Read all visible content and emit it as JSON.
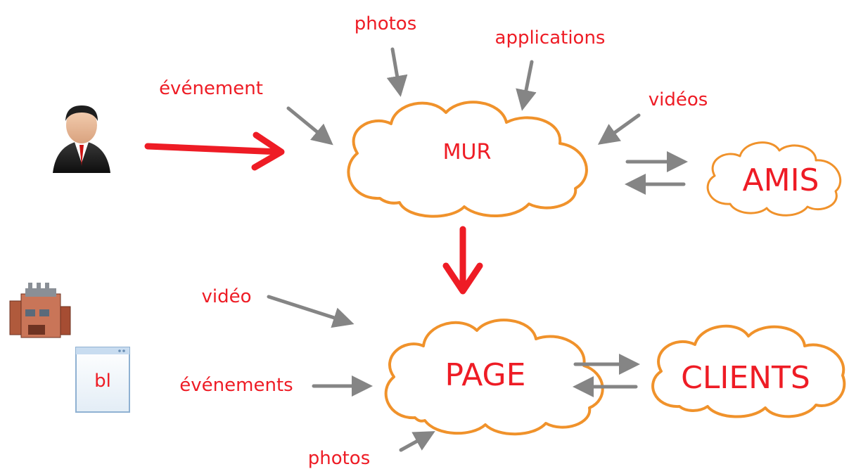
{
  "nodes": {
    "mur": "MUR",
    "amis": "AMIS",
    "page": "PAGE",
    "clients": "CLIENTS"
  },
  "labels": {
    "photos_top": "photos",
    "applications": "applications",
    "evenement": "événement",
    "videos": "vidéos",
    "video": "vidéo",
    "evenements": "événements",
    "photos_bottom": "photos",
    "doc_icon_text": "bl"
  },
  "icons": {
    "person": "user-avatar-icon",
    "factory": "factory-icon",
    "document": "document-window-icon"
  },
  "colors": {
    "label_red": "#ee1c25",
    "cloud_orange": "#f0922b",
    "arrow_gray": "#858585"
  }
}
